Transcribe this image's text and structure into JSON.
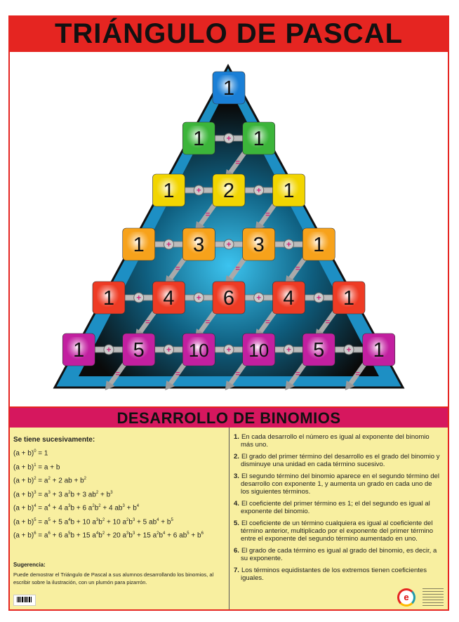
{
  "title": "TRIÁNGULO DE PASCAL",
  "triangle": {
    "rows": [
      [
        1
      ],
      [
        1,
        1
      ],
      [
        1,
        2,
        1
      ],
      [
        1,
        3,
        3,
        1
      ],
      [
        1,
        4,
        6,
        4,
        1
      ],
      [
        1,
        5,
        10,
        10,
        5,
        1
      ]
    ],
    "row_colors": [
      "#1a7fd6",
      "#3cb53a",
      "#f2d500",
      "#f7a21b",
      "#ee3b24",
      "#c21fa0"
    ],
    "plus_symbol": "+",
    "equals_symbol": "="
  },
  "subtitle": "DESARROLLO DE BINOMIOS",
  "left": {
    "heading": "Se tiene sucesivamente:",
    "equations": [
      [
        [
          "(a + b)",
          ""
        ],
        [
          "0",
          "s"
        ],
        [
          " = 1",
          ""
        ]
      ],
      [
        [
          "(a + b)",
          ""
        ],
        [
          "1",
          "s"
        ],
        [
          " = a + b",
          ""
        ]
      ],
      [
        [
          "(a + b)",
          ""
        ],
        [
          "2",
          "s"
        ],
        [
          " = a",
          ""
        ],
        [
          "2",
          "s"
        ],
        [
          " + 2 ab + b",
          ""
        ],
        [
          "2",
          "s"
        ]
      ],
      [
        [
          "(a + b)",
          ""
        ],
        [
          "3",
          "s"
        ],
        [
          " = a",
          ""
        ],
        [
          "3",
          "s"
        ],
        [
          " + 3 a",
          ""
        ],
        [
          "2",
          "s"
        ],
        [
          "b + 3 ab",
          ""
        ],
        [
          "2",
          "s"
        ],
        [
          " + b",
          ""
        ],
        [
          "3",
          "s"
        ]
      ],
      [
        [
          "(a + b)",
          ""
        ],
        [
          "4",
          "s"
        ],
        [
          " = a",
          ""
        ],
        [
          "4",
          "s"
        ],
        [
          " + 4 a",
          ""
        ],
        [
          "3",
          "s"
        ],
        [
          "b + 6 a",
          ""
        ],
        [
          "2",
          "s"
        ],
        [
          "b",
          ""
        ],
        [
          "2",
          "s"
        ],
        [
          " + 4 ab",
          ""
        ],
        [
          "3",
          "s"
        ],
        [
          " + b",
          ""
        ],
        [
          "4",
          "s"
        ]
      ],
      [
        [
          "(a + b)",
          ""
        ],
        [
          "5",
          "s"
        ],
        [
          " = a",
          ""
        ],
        [
          "5",
          "s"
        ],
        [
          " + 5 a",
          ""
        ],
        [
          "4",
          "s"
        ],
        [
          "b + 10 a",
          ""
        ],
        [
          "3",
          "s"
        ],
        [
          "b",
          ""
        ],
        [
          "2",
          "s"
        ],
        [
          " + 10 a",
          ""
        ],
        [
          "2",
          "s"
        ],
        [
          "b",
          ""
        ],
        [
          "3",
          "s"
        ],
        [
          " + 5 ab",
          ""
        ],
        [
          "4",
          "s"
        ],
        [
          " + b",
          ""
        ],
        [
          "5",
          "s"
        ]
      ],
      [
        [
          "(a + b)",
          ""
        ],
        [
          "6",
          "s"
        ],
        [
          " = a",
          ""
        ],
        [
          "6",
          "s"
        ],
        [
          " + 6 a",
          ""
        ],
        [
          "5",
          "s"
        ],
        [
          "b + 15 a",
          ""
        ],
        [
          "4",
          "s"
        ],
        [
          "b",
          ""
        ],
        [
          "2",
          "s"
        ],
        [
          " + 20 a",
          ""
        ],
        [
          "3",
          "s"
        ],
        [
          "b",
          ""
        ],
        [
          "3",
          "s"
        ],
        [
          " + 15 a",
          ""
        ],
        [
          "2",
          "s"
        ],
        [
          "b",
          ""
        ],
        [
          "4",
          "s"
        ],
        [
          " + 6 ab",
          ""
        ],
        [
          "5",
          "s"
        ],
        [
          " +  b",
          ""
        ],
        [
          "6",
          "s"
        ]
      ]
    ],
    "suggestion_heading": "Sugerencia:",
    "suggestion_text": "Puede demostrar el Triángulo de Pascal a sus alumnos desarrollando los binomios, al escribir sobre la ilustración, con un plumón para pizarrón."
  },
  "rules": [
    {
      "n": "1.",
      "text": "En cada desarrollo el número es igual al exponente del binomio más uno."
    },
    {
      "n": "2.",
      "text": "El grado del primer término del desarrollo es el grado del binomio y disminuye una unidad en cada término sucesivo."
    },
    {
      "n": "3.",
      "text": "El segundo término del binomio aparece en el segundo término del desarrollo con exponente 1, y aumenta un grado en cada uno de los siguientes términos."
    },
    {
      "n": "4.",
      "text": "El coeficiente del primer término es 1; el del segundo es igual al exponente del binomio."
    },
    {
      "n": "5.",
      "text": "El coeficiente de un término cualquiera es igual al coeficiente del término anterior, multiplicado por el exponente del primer término entre el exponente del segundo término aumentado en uno."
    },
    {
      "n": "6.",
      "text": "El grado de cada término es igual al grado del binomio, es decir, a su exponente."
    },
    {
      "n": "7.",
      "text": "Los términos equidistantes de los extremos tienen coeficientes iguales."
    }
  ],
  "logo_letter": "e"
}
